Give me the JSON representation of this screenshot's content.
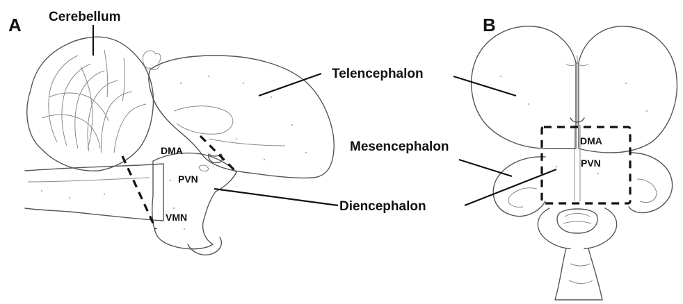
{
  "panels": {
    "a": "A",
    "b": "B"
  },
  "labels": {
    "cerebellum": "Cerebellum",
    "telencephalon": "Telencephalon",
    "mesencephalon": "Mesencephalon",
    "diencephalon": "Diencephalon",
    "a_dma": "DMA",
    "a_pvn": "PVN",
    "a_vmn": "VMN",
    "b_dma": "DMA",
    "b_pvn": "PVN"
  },
  "colors": {
    "outline": "#555555",
    "text": "#111111",
    "background": "#ffffff"
  }
}
